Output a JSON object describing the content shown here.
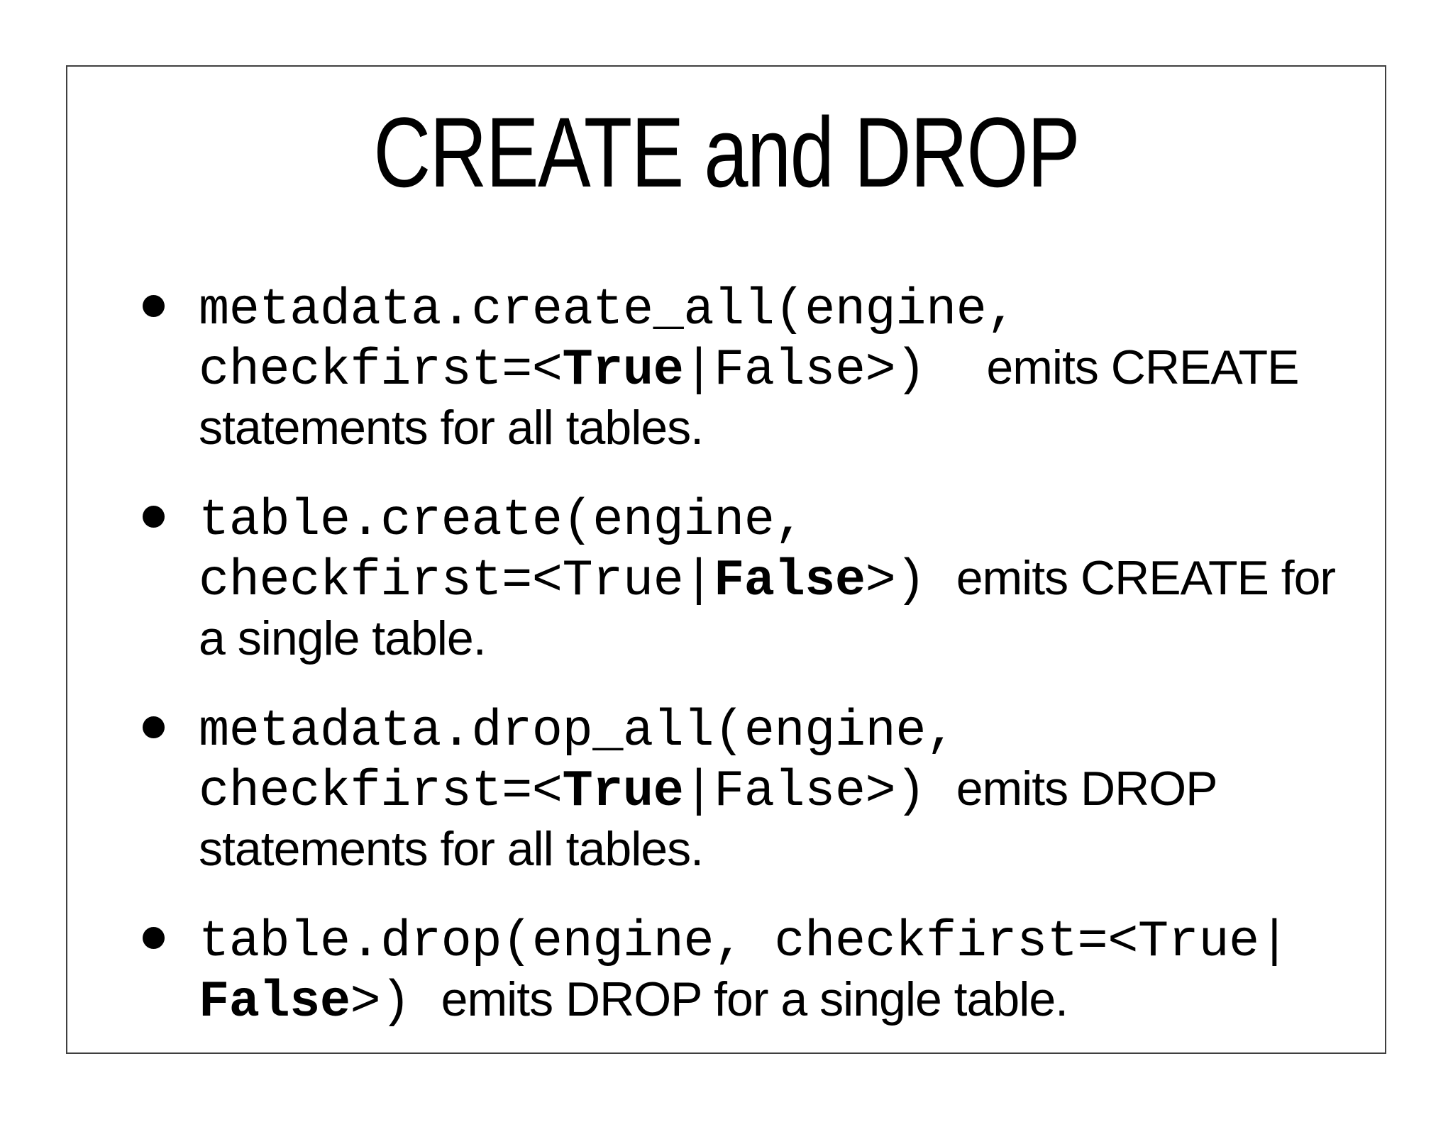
{
  "colors": {
    "background": "#ffffff",
    "border": "#3f3f3f",
    "text": "#000000"
  },
  "slide": {
    "title": "CREATE and DROP",
    "bullets": [
      {
        "lines": [
          {
            "segments": [
              {
                "t": "metadata.create_all(engine,",
                "style": "code"
              }
            ]
          },
          {
            "segments": [
              {
                "t": "checkfirst=<",
                "style": "code"
              },
              {
                "t": "True",
                "style": "code-bold"
              },
              {
                "t": "|False>)  ",
                "style": "code"
              },
              {
                "t": "emits CREATE",
                "style": "text"
              }
            ]
          },
          {
            "segments": [
              {
                "t": "statements for all tables.",
                "style": "text"
              }
            ]
          }
        ]
      },
      {
        "lines": [
          {
            "segments": [
              {
                "t": "table.create(engine,",
                "style": "code"
              }
            ]
          },
          {
            "segments": [
              {
                "t": "checkfirst=<True|",
                "style": "code"
              },
              {
                "t": "False",
                "style": "code-bold"
              },
              {
                "t": ">) ",
                "style": "code"
              },
              {
                "t": "emits CREATE for",
                "style": "text"
              }
            ]
          },
          {
            "segments": [
              {
                "t": "a single table.",
                "style": "text"
              }
            ]
          }
        ]
      },
      {
        "lines": [
          {
            "segments": [
              {
                "t": "metadata.drop_all(engine,",
                "style": "code"
              }
            ]
          },
          {
            "segments": [
              {
                "t": "checkfirst=<",
                "style": "code"
              },
              {
                "t": "True",
                "style": "code-bold"
              },
              {
                "t": "|False>) ",
                "style": "code"
              },
              {
                "t": "emits DROP",
                "style": "text"
              }
            ]
          },
          {
            "segments": [
              {
                "t": "statements for all tables.",
                "style": "text"
              }
            ]
          }
        ]
      },
      {
        "lines": [
          {
            "segments": [
              {
                "t": "table.drop(engine, checkfirst=<True|",
                "style": "code"
              }
            ]
          },
          {
            "segments": [
              {
                "t": "False",
                "style": "code-bold"
              },
              {
                "t": ">) ",
                "style": "code"
              },
              {
                "t": "emits DROP for a single table.",
                "style": "text"
              }
            ]
          }
        ]
      }
    ]
  }
}
